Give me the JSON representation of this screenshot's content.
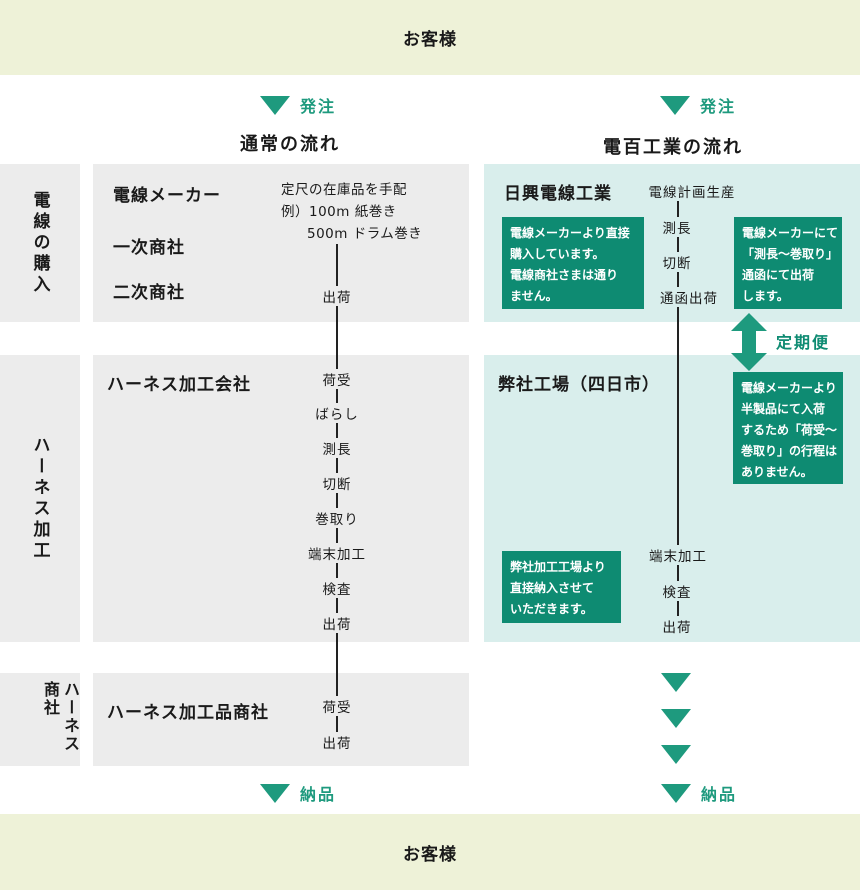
{
  "top_band": "お客様",
  "bottom_band": "お客様",
  "order_label": "発注",
  "delivery_label": "納品",
  "columns": {
    "normal": "通常の流れ",
    "dennyaku": "電百工業の流れ"
  },
  "row_labels": {
    "purchase": "電線の購入",
    "harness": "ハーネス加工",
    "trader": "ハーネス商社"
  },
  "normal": {
    "purchase": {
      "titles": [
        "電線メーカー",
        "一次商社",
        "二次商社"
      ],
      "note_lines": [
        "定尺の在庫品を手配",
        "例）100m 紙巻き",
        "500m ドラム巻き"
      ],
      "step": "出荷"
    },
    "harness": {
      "title": "ハーネス加工会社",
      "steps": [
        "荷受",
        "ばらし",
        "測長",
        "切断",
        "巻取り",
        "端末加工",
        "検査",
        "出荷"
      ]
    },
    "trader": {
      "title": "ハーネス加工品商社",
      "steps": [
        "荷受",
        "出荷"
      ]
    }
  },
  "dennyaku": {
    "purchase": {
      "title": "日興電線工業",
      "steps": [
        "電線計画生産",
        "測長",
        "切断",
        "通函出荷"
      ],
      "note_left": [
        "電線メーカーより直接",
        "購入しています。",
        "電線商社さまは通り",
        "ません。"
      ],
      "note_right": [
        "電線メーカーにて",
        "「測長〜巻取り」",
        "通函にて出荷",
        "します。"
      ]
    },
    "regular": "定期便",
    "harness": {
      "title": "弊社工場（四日市）",
      "note_right": [
        "電線メーカーより",
        "半製品にて入荷",
        "するため「荷受〜",
        "巻取り」の行程は",
        "ありません。"
      ],
      "note_left": [
        "弊社加工工場より",
        "直接納入させて",
        "いただきます。"
      ],
      "steps": [
        "端末加工",
        "検査",
        "出荷"
      ]
    }
  },
  "colors": {
    "band": "#eef2d8",
    "gray_box": "#ececec",
    "teal_box": "#d9eeec",
    "accent": "#1e9a7e",
    "note": "#0e8b72"
  }
}
